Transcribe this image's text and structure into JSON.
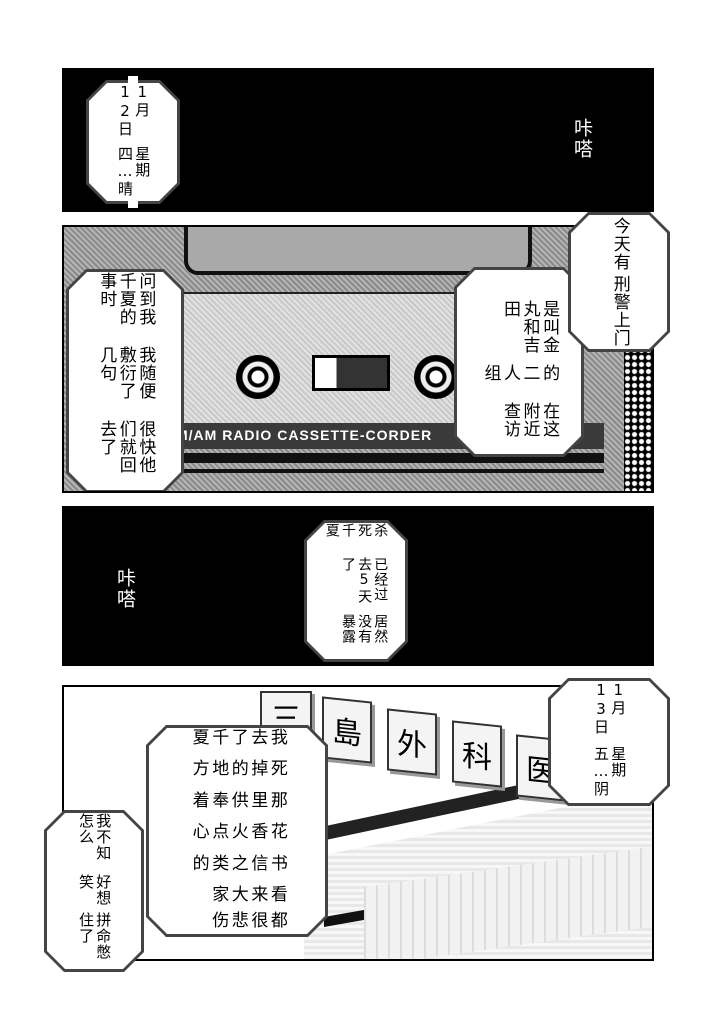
{
  "page": {
    "type": "manga-page",
    "language": "zh"
  },
  "panels": [
    {
      "id": 1,
      "background": "black",
      "caption_box": {
        "lines": [
          "1月12日",
          "星期四…晴"
        ]
      },
      "sfx": "咔嗒"
    },
    {
      "id": 2,
      "background": "cassette-recorder",
      "device_label": "M/AM RADIO CASSETTE-CORDER",
      "caption_boxes": [
        {
          "position": "top-right",
          "lines": [
            "今天有",
            "刑警上门"
          ]
        },
        {
          "position": "middle-right",
          "lines": [
            "是叫金丸和吉田",
            "的二人组",
            "在这附近查访"
          ]
        },
        {
          "position": "left",
          "lines": [
            "问到我千夏的事时",
            "我随便敷衍了几句",
            "很快他们就回去了"
          ]
        }
      ]
    },
    {
      "id": 3,
      "background": "black",
      "sfx": "咔嗒",
      "caption_box": {
        "lines": [
          "杀死千夏",
          "已经过去5天了",
          "居然没有暴露"
        ]
      }
    },
    {
      "id": 4,
      "background": "hospital-building",
      "signage": [
        "三",
        "島",
        "外",
        "科",
        "医"
      ],
      "caption_boxes": [
        {
          "position": "top-right",
          "lines": [
            "1月13日",
            "星期五…阴"
          ]
        },
        {
          "position": "center",
          "lines": [
            "我去了千夏",
            "死掉的地方",
            "那里供奉着",
            "花香火点心",
            "书信之类的",
            "看来大家",
            "都很悲伤"
          ]
        },
        {
          "position": "bottom-left",
          "lines": [
            "我不知怎么",
            "好想笑",
            "拼命憋住了"
          ]
        }
      ]
    }
  ]
}
